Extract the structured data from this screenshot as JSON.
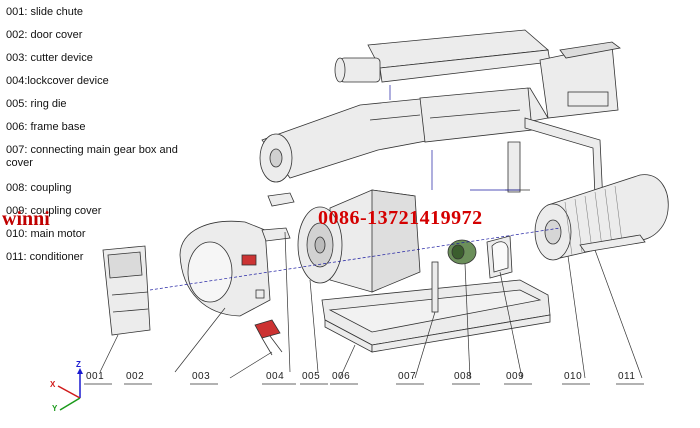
{
  "legend": [
    "001: slide chute",
    "002: door cover",
    "003: cutter device",
    "004:lockcover device",
    "005: ring die",
    "006: frame base",
    "007: connecting main gear box and cover",
    "008: coupling",
    "009: coupling cover",
    "010: main motor",
    "011: conditioner"
  ],
  "callouts": [
    "001",
    "002",
    "003",
    "004",
    "005",
    "006",
    "007",
    "008",
    "009",
    "010",
    "011"
  ],
  "watermark": {
    "name": "winni",
    "phone": "0086-13721419972"
  },
  "axes": {
    "z": "Z",
    "x": "X",
    "y": "Y"
  },
  "colors": {
    "line": "#333333",
    "fill": "#e8e8e8",
    "leader": "#1a1aa0",
    "watermark": "#cc0000"
  }
}
